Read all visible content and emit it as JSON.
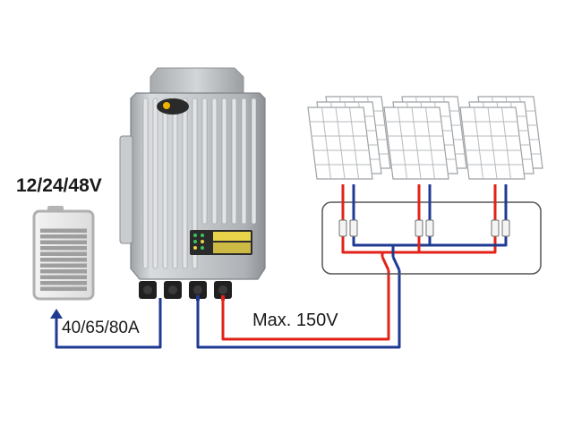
{
  "battery": {
    "voltage_label": "12/24/48V",
    "charge_level": 0.9
  },
  "charger": {
    "current_label": "40/65/80A"
  },
  "pv": {
    "max_voltage_label": "Max. 150V",
    "panel_count": 3
  },
  "colors": {
    "positive_wire": "#e2231a",
    "negative_wire": "#1f3a93",
    "battery_cells": "#9e9e9e",
    "controller_body": "#b9bdc1",
    "display_panel": "#e9d44a",
    "panel_frame": "#c7cacd"
  }
}
